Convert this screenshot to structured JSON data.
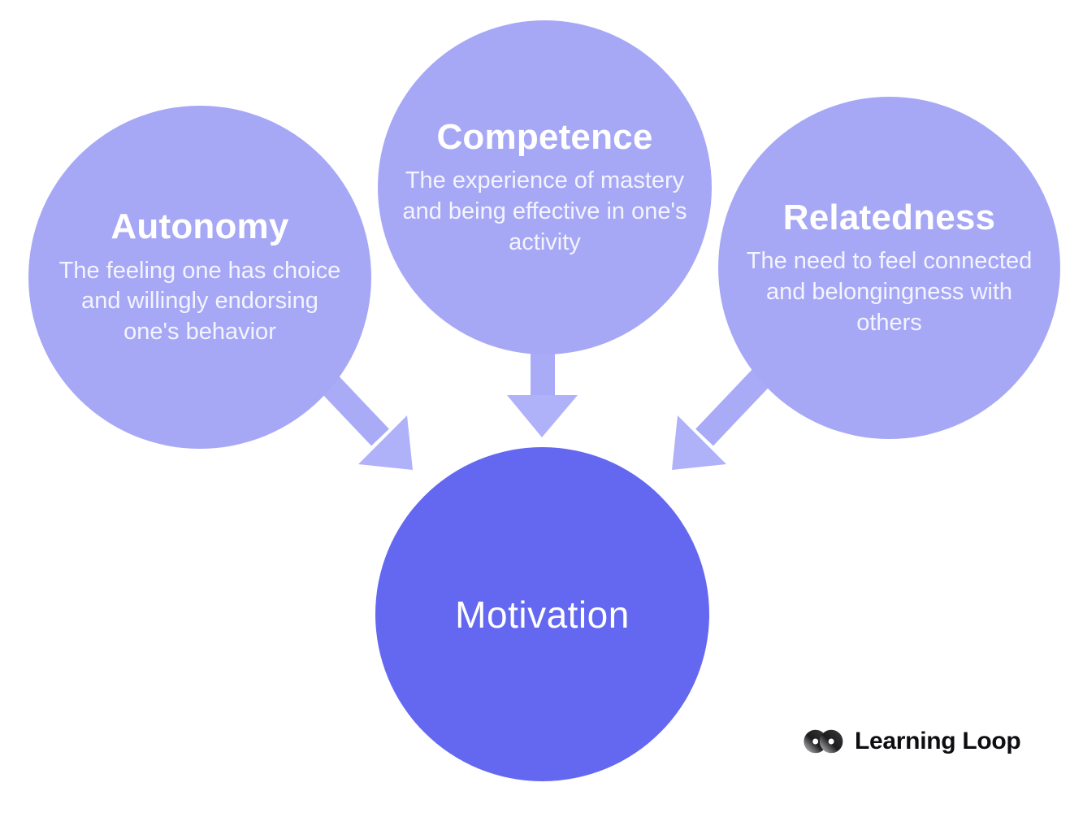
{
  "diagram": {
    "title_hidden": "Self-Determination Theory",
    "nodes": [
      {
        "id": "autonomy",
        "title": "Autonomy",
        "description_lines": [
          "The feeling one has choice",
          "and willingly endorsing",
          "one's behavior"
        ]
      },
      {
        "id": "competence",
        "title": "Competence",
        "description_lines": [
          "The experience of mastery",
          "and being effective in one's",
          "activity"
        ]
      },
      {
        "id": "relatedness",
        "title": "Relatedness",
        "description_lines": [
          "The need to feel connected",
          "and belongingness with",
          "others"
        ]
      }
    ],
    "center": {
      "title": "Motivation"
    }
  },
  "branding": {
    "logo_icon": "infinity-loop-icon",
    "logo_text": "Learning Loop"
  },
  "colors": {
    "background": "#ffffff",
    "node_fill": "#a6a8f6",
    "arrow_shaft": "#a9abf7",
    "arrow_head": "#b0b2f9",
    "center_fill": "#6468f0",
    "node_text": "#ffffff",
    "logo_text": "#0e0e12"
  }
}
